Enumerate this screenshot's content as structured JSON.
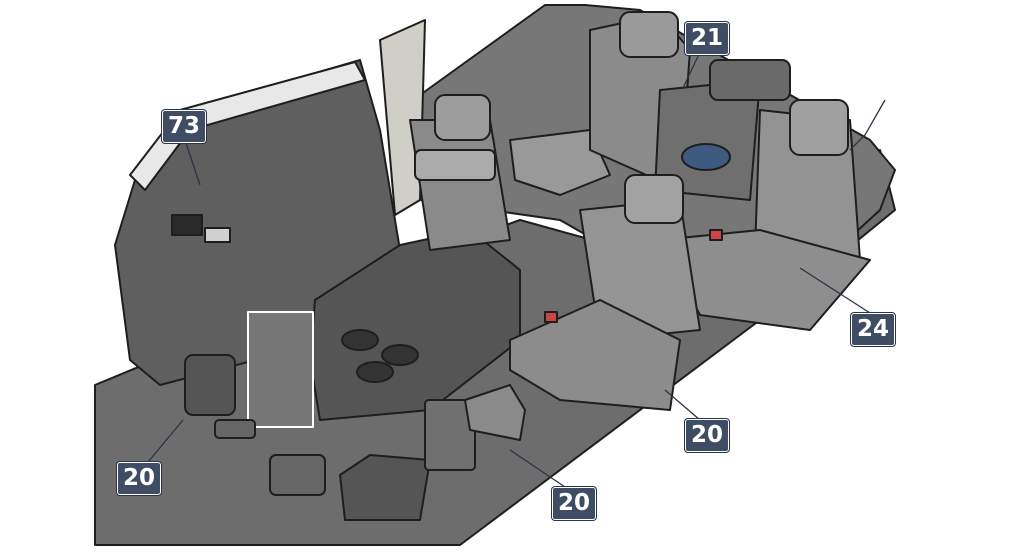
{
  "callouts": [
    {
      "id": "door-panel",
      "label": "73"
    },
    {
      "id": "rear-seat-back",
      "label": "21"
    },
    {
      "id": "rear-seat-cushion",
      "label": "24"
    },
    {
      "id": "floor-accessories-left",
      "label": "20"
    },
    {
      "id": "front-seat",
      "label": "20"
    },
    {
      "id": "floor-accessories-center",
      "label": "20"
    }
  ],
  "colors": {
    "callout_bg": "#3e4d63",
    "floor": "#6b6b6b",
    "seat": "#8a8a8a",
    "outline": "#1e1e1e"
  }
}
